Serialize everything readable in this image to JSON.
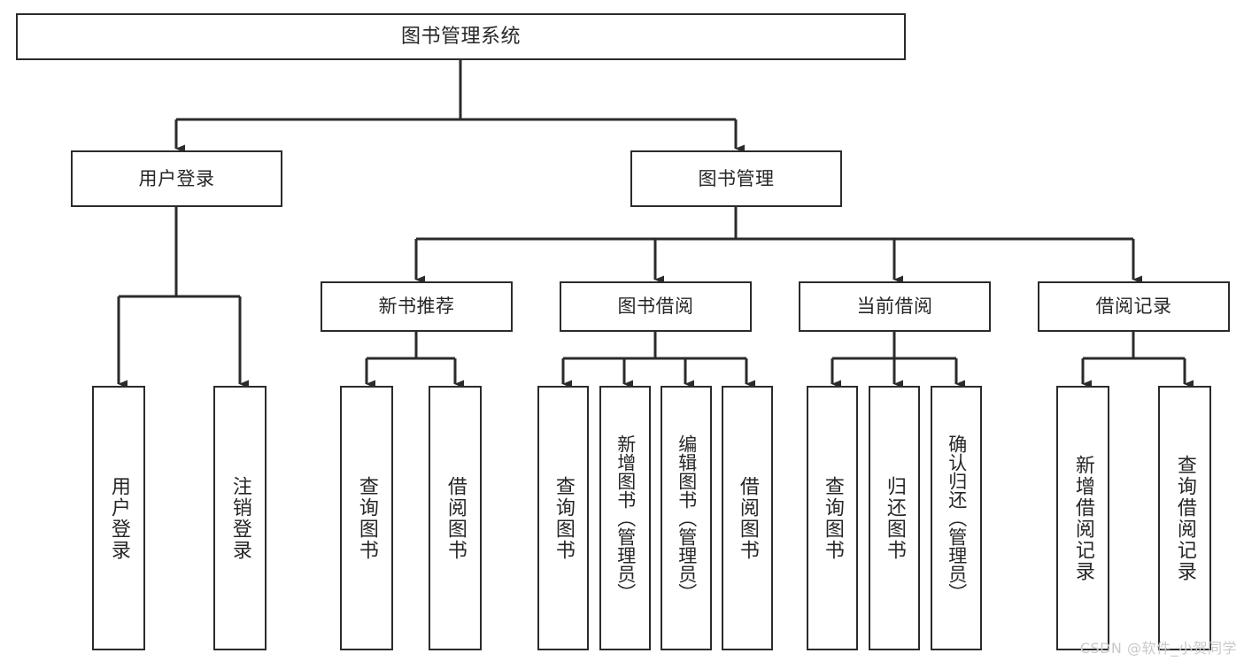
{
  "diagram": {
    "title": "图书管理系统",
    "watermark": "CSDN @软件_小贺同学",
    "stroke_color": "#2b2b2b",
    "text_color": "#262626",
    "background_color": "#ffffff",
    "watermark_color": "#c9c9c9"
  },
  "nodes": {
    "root": {
      "label": "图书管理系统"
    },
    "level2": [
      {
        "label": "用户登录"
      },
      {
        "label": "图书管理"
      }
    ],
    "level3": [
      {
        "label": "新书推荐"
      },
      {
        "label": "图书借阅"
      },
      {
        "label": "当前借阅"
      },
      {
        "label": "借阅记录"
      }
    ],
    "leaves": {
      "user_login": [
        {
          "label": "用户登录"
        },
        {
          "label": "注销登录"
        }
      ],
      "new_book_recommend": [
        {
          "label": "查询图书"
        },
        {
          "label": "借阅图书"
        }
      ],
      "book_borrow": [
        {
          "label": "查询图书"
        },
        {
          "label": "新增图书（管理员）"
        },
        {
          "label": "编辑图书（管理员）"
        },
        {
          "label": "借阅图书"
        }
      ],
      "current_borrow": [
        {
          "label": "查询图书"
        },
        {
          "label": "归还图书"
        },
        {
          "label": "确认归还（管理员）"
        }
      ],
      "borrow_records": [
        {
          "label": "新增借阅记录"
        },
        {
          "label": "查询借阅记录"
        }
      ]
    }
  },
  "chart_data": {
    "type": "table",
    "title": "图书管理系统 功能结构图",
    "hierarchy": [
      {
        "label": "图书管理系统",
        "children": [
          {
            "label": "用户登录",
            "children": [
              {
                "label": "用户登录"
              },
              {
                "label": "注销登录"
              }
            ]
          },
          {
            "label": "图书管理",
            "children": [
              {
                "label": "新书推荐",
                "children": [
                  {
                    "label": "查询图书"
                  },
                  {
                    "label": "借阅图书"
                  }
                ]
              },
              {
                "label": "图书借阅",
                "children": [
                  {
                    "label": "查询图书"
                  },
                  {
                    "label": "新增图书（管理员）"
                  },
                  {
                    "label": "编辑图书（管理员）"
                  },
                  {
                    "label": "借阅图书"
                  }
                ]
              },
              {
                "label": "当前借阅",
                "children": [
                  {
                    "label": "查询图书"
                  },
                  {
                    "label": "归还图书"
                  },
                  {
                    "label": "确认归还（管理员）"
                  }
                ]
              },
              {
                "label": "借阅记录",
                "children": [
                  {
                    "label": "新增借阅记录"
                  },
                  {
                    "label": "查询借阅记录"
                  }
                ]
              }
            ]
          }
        ]
      }
    ]
  }
}
